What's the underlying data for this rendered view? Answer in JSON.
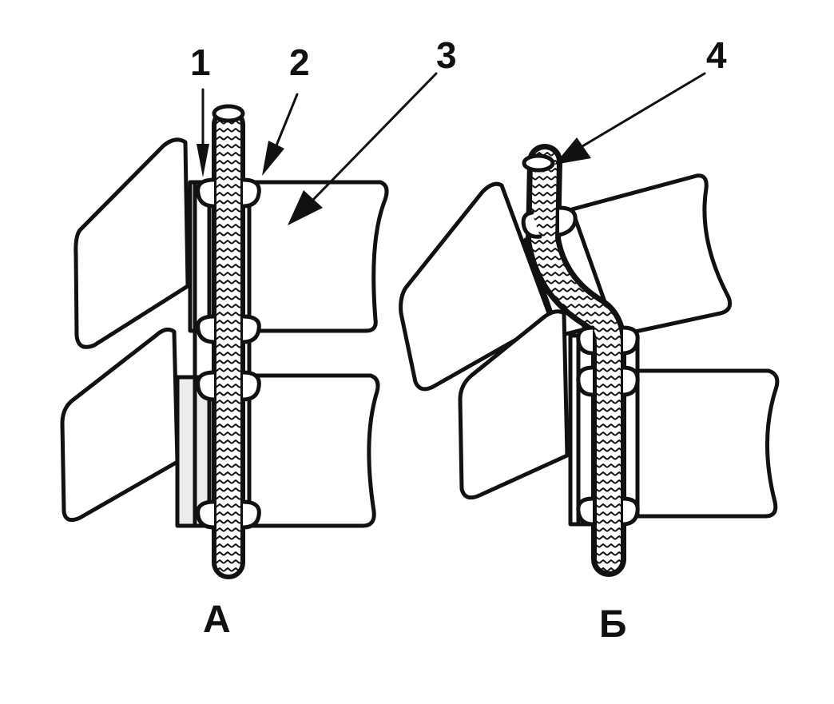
{
  "labels": {
    "one": "1",
    "two": "2",
    "three": "3",
    "four": "4"
  },
  "panels": {
    "a": "А",
    "b": "Б"
  },
  "colors": {
    "ink": "#111111",
    "background": "#ffffff",
    "shade": "#ececec"
  }
}
